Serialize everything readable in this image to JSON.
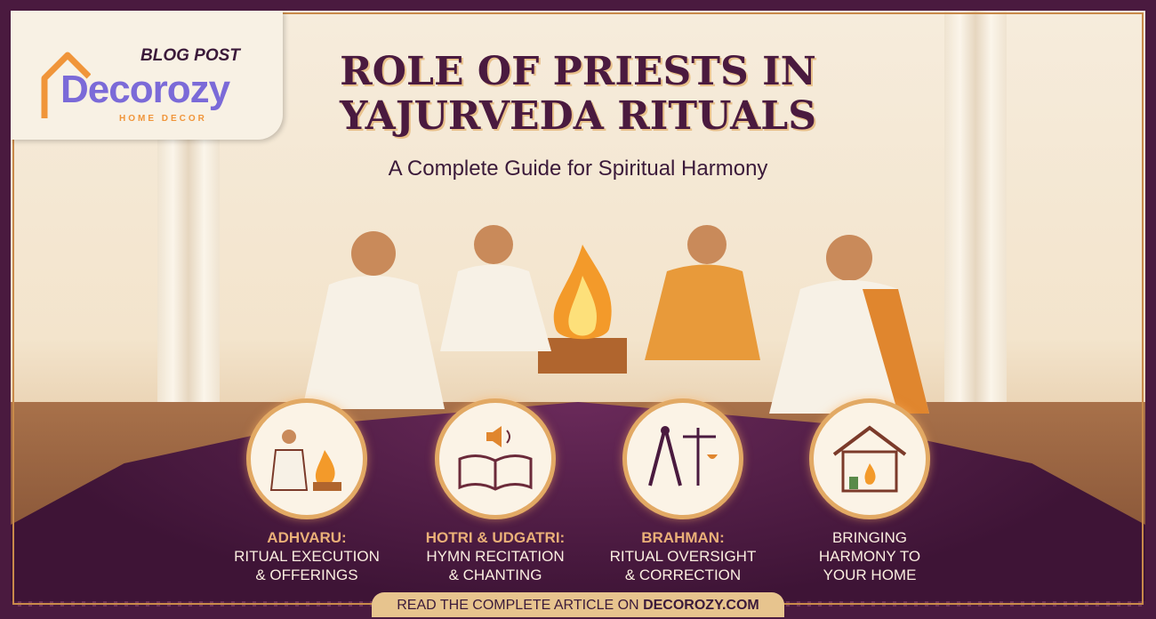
{
  "logo": {
    "tag": "BLOG POST",
    "brand": "Decorozy",
    "tagline": "HOME DECOR"
  },
  "header": {
    "title_line1": "ROLE OF PRIESTS IN",
    "title_line2": "YAJURVEDA RITUALS",
    "subtitle": "A Complete Guide for Spiritual Harmony"
  },
  "features": [
    {
      "icon": "priest-offering-fire-icon",
      "heading": "ADHVARU:",
      "line1": "RITUAL EXECUTION",
      "line2": "& OFFERINGS"
    },
    {
      "icon": "book-speaker-icon",
      "heading": "HOTRI & UDGATRI:",
      "line1": "HYMN RECITATION",
      "line2": "& CHANTING"
    },
    {
      "icon": "compass-scales-icon",
      "heading": "BRAHMAN:",
      "line1": "RITUAL OVERSIGHT",
      "line2": "& CORRECTION"
    },
    {
      "icon": "home-harmony-icon",
      "heading": "",
      "line1": "BRINGING",
      "line2": "HARMONY TO",
      "line3": "YOUR HOME"
    }
  ],
  "cta": {
    "text": "READ THE COMPLETE ARTICLE ON ",
    "site": "DECOROZY.COM"
  },
  "colors": {
    "primary": "#4a1a3f",
    "accent": "#e2a964",
    "brand": "#7b6ad8",
    "logo_orange": "#f0953a"
  }
}
